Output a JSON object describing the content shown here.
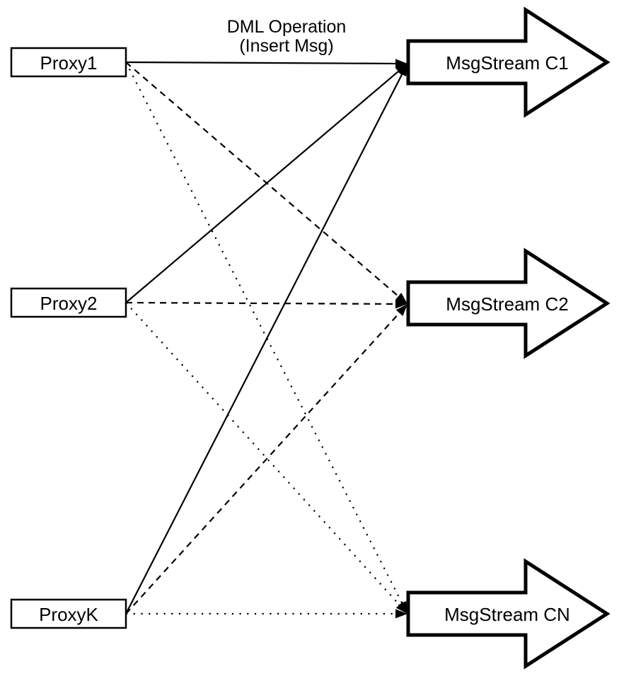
{
  "title": {
    "line1": "DML Operation",
    "line2": "(Insert Msg)"
  },
  "nodes": {
    "proxies": [
      {
        "id": "proxy1",
        "label": "Proxy1"
      },
      {
        "id": "proxy2",
        "label": "Proxy2"
      },
      {
        "id": "proxyk",
        "label": "ProxyK"
      }
    ],
    "streams": [
      {
        "id": "c1",
        "label": "MsgStream C1"
      },
      {
        "id": "c2",
        "label": "MsgStream C2"
      },
      {
        "id": "cn",
        "label": "MsgStream CN"
      }
    ]
  },
  "edges": [
    {
      "from": "proxy1",
      "to": "c1",
      "style": "solid"
    },
    {
      "from": "proxy1",
      "to": "c2",
      "style": "dashed"
    },
    {
      "from": "proxy1",
      "to": "cn",
      "style": "dotted"
    },
    {
      "from": "proxy2",
      "to": "c1",
      "style": "solid"
    },
    {
      "from": "proxy2",
      "to": "c2",
      "style": "dashed"
    },
    {
      "from": "proxy2",
      "to": "cn",
      "style": "dotted"
    },
    {
      "from": "proxyk",
      "to": "c1",
      "style": "solid"
    },
    {
      "from": "proxyk",
      "to": "c2",
      "style": "dashed"
    },
    {
      "from": "proxyk",
      "to": "cn",
      "style": "dotted"
    }
  ],
  "edge_styles": {
    "solid_targets": "MsgStream C1",
    "dashed_targets": "MsgStream C2",
    "dotted_targets": "MsgStream CN"
  },
  "colors": {
    "stroke": "#000000",
    "fill": "#ffffff",
    "background": "#ffffff"
  }
}
